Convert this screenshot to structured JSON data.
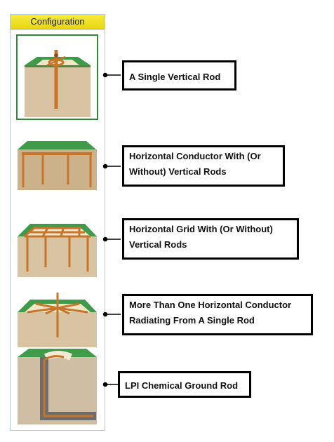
{
  "panel": {
    "title": "Configuration"
  },
  "items": [
    {
      "label": "A Single Vertical Rod"
    },
    {
      "label": "Horizontal Conductor With (Or Without) Vertical Rods"
    },
    {
      "label": "Horizontal Grid With (Or Without) Vertical Rods"
    },
    {
      "label": "More Than One Horizontal Conductor Radiating From A Single Rod"
    },
    {
      "label": "LPI Chemical Ground Rod"
    }
  ],
  "colors": {
    "grass": "#3f9b4a",
    "soil": "#b79a78",
    "conductor": "#c8752a",
    "panel_header": "#f0e02a"
  }
}
